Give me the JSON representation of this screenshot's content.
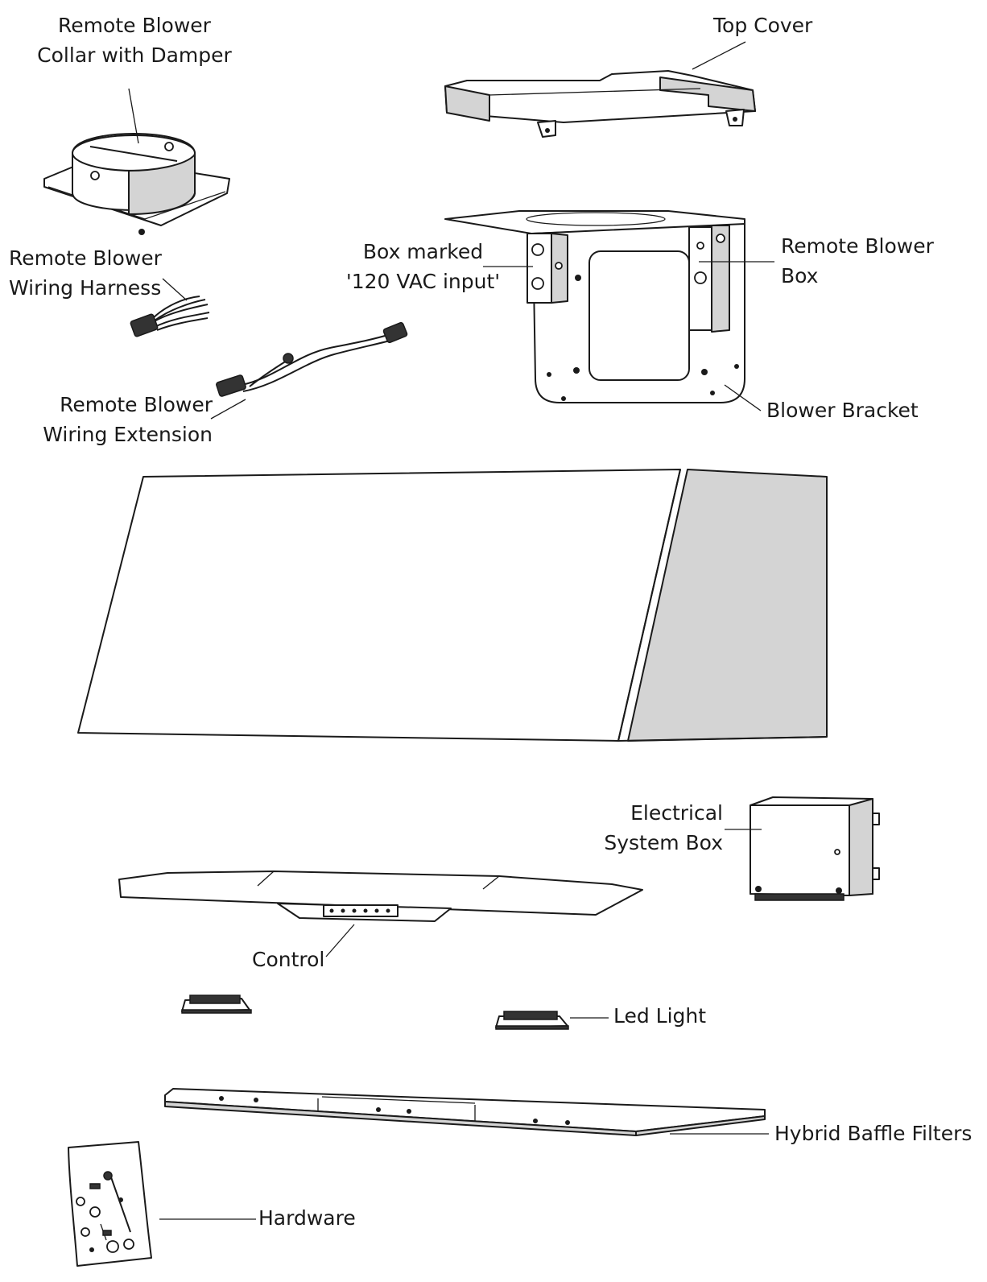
{
  "labels": {
    "collar": [
      "Remote Blower",
      "Collar with Damper"
    ],
    "top_cover": "Top Cover",
    "harness": [
      "Remote Blower",
      "Wiring Harness"
    ],
    "box_marked": [
      "Box marked",
      "'120 VAC input'"
    ],
    "blower_box": [
      "Remote Blower",
      "Box"
    ],
    "extension": [
      "Remote Blower",
      "Wiring Extension"
    ],
    "blower_bracket": "Blower Bracket",
    "electrical_box": [
      "Electrical",
      "System Box"
    ],
    "control": "Control",
    "led_light": "Led Light",
    "filters": "Hybrid Baffle Filters",
    "hardware": "Hardware"
  }
}
